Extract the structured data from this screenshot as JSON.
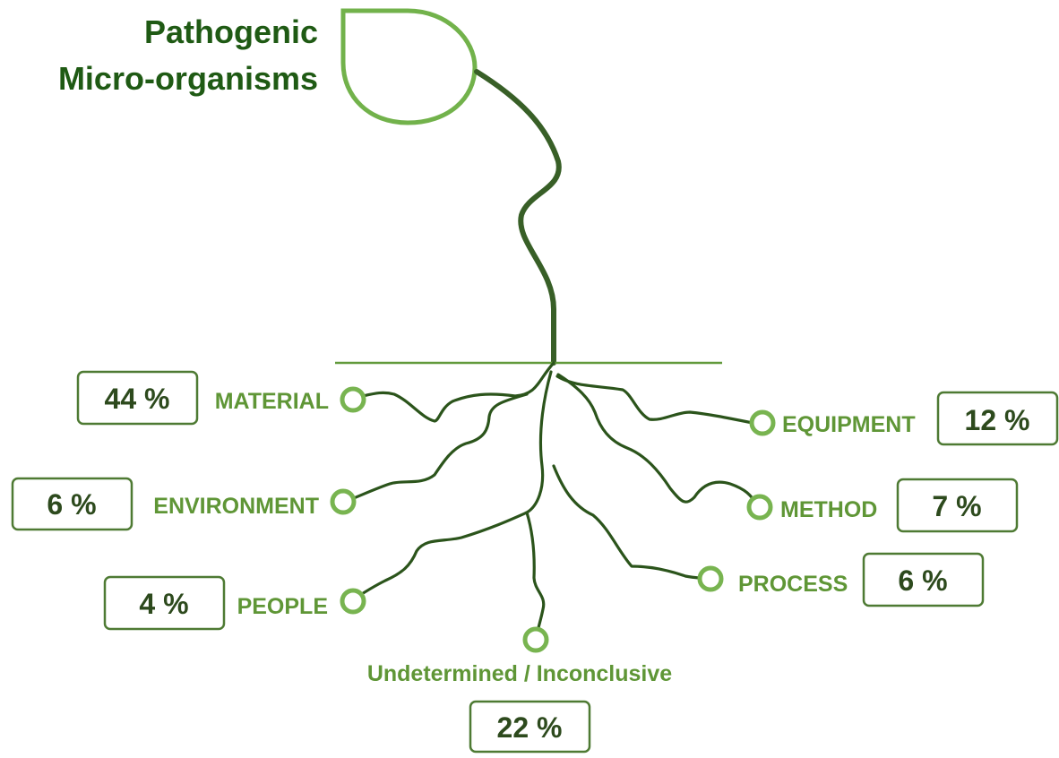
{
  "title": {
    "line1": "Pathogenic",
    "line2": "Micro-organisms"
  },
  "categories": [
    {
      "id": "material",
      "label": "MATERIAL",
      "value": "44 %"
    },
    {
      "id": "environment",
      "label": "ENVIRONMENT",
      "value": "6 %"
    },
    {
      "id": "people",
      "label": "PEOPLE",
      "value": "4 %"
    },
    {
      "id": "undetermined",
      "label": "Undetermined / Inconclusive",
      "value": "22 %"
    },
    {
      "id": "process",
      "label": "PROCESS",
      "value": "6 %"
    },
    {
      "id": "method",
      "label": "METHOD",
      "value": "7 %"
    },
    {
      "id": "equipment",
      "label": "EQUIPMENT",
      "value": "12 %"
    }
  ],
  "colors": {
    "title": "#1f5a14",
    "label": "#5f9636",
    "value": "#2d4a1d",
    "leaf": "#72b24b",
    "root": "#2b541b"
  }
}
